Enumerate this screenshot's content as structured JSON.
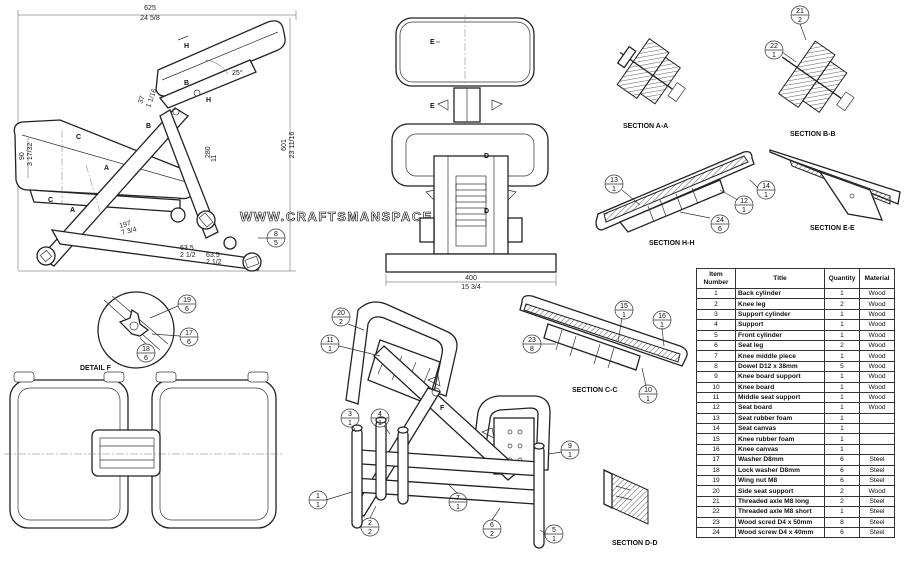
{
  "watermark": "WWW.CRAFTSMANSPACE.COM",
  "dimensions": {
    "overall_width_mm": "625",
    "overall_width_in": "24 5/8",
    "overall_height_mm": "601",
    "overall_height_in": "23 11/16",
    "seat_thick_mm": "37",
    "seat_thick_in": "1 1/16",
    "knee_thick_mm": "90",
    "knee_thick_in": "3 17/32",
    "leg_length_mm": "197",
    "leg_length_in": "7 3/4",
    "front_gap1_mm": "63.5",
    "front_gap1_in": "2 1/2",
    "front_gap2_mm": "63.5",
    "front_gap2_in": "2 1/2",
    "support_mm": "280",
    "support_in": "11",
    "angle": "25°",
    "front_width_mm": "400",
    "front_width_in": "15 3/4"
  },
  "section_marks": {
    "h": "H",
    "b": "B",
    "c": "C",
    "a": "A",
    "e": "E",
    "d": "D",
    "f": "F"
  },
  "section_labels": {
    "a": "SECTION A-A",
    "b": "SECTION B-B",
    "h": "SECTION H-H",
    "e": "SECTION E-E",
    "c": "SECTION C-C",
    "d": "SECTION D-D",
    "detail_f": "DETAIL F"
  },
  "bubbles": {
    "b21": {
      "item": "21",
      "qty": "2"
    },
    "b22": {
      "item": "22",
      "qty": "1"
    },
    "b13": {
      "item": "13",
      "qty": "1"
    },
    "b14": {
      "item": "14",
      "qty": "1"
    },
    "b12": {
      "item": "12",
      "qty": "1"
    },
    "b24": {
      "item": "24",
      "qty": "6"
    },
    "b8": {
      "item": "8",
      "qty": "5"
    },
    "b19": {
      "item": "19",
      "qty": "6"
    },
    "b17": {
      "item": "17",
      "qty": "6"
    },
    "b18": {
      "item": "18",
      "qty": "6"
    },
    "b20": {
      "item": "20",
      "qty": "2"
    },
    "b11": {
      "item": "11",
      "qty": "1"
    },
    "b3": {
      "item": "3",
      "qty": "1"
    },
    "b4": {
      "item": "4",
      "qty": "1"
    },
    "b1": {
      "item": "1",
      "qty": "1"
    },
    "b2": {
      "item": "2",
      "qty": "2"
    },
    "b7": {
      "item": "7",
      "qty": "1"
    },
    "b6": {
      "item": "6",
      "qty": "2"
    },
    "b5": {
      "item": "5",
      "qty": "1"
    },
    "b9": {
      "item": "9",
      "qty": "1"
    },
    "b15": {
      "item": "15",
      "qty": "1"
    },
    "b16": {
      "item": "16",
      "qty": "1"
    },
    "b23": {
      "item": "23",
      "qty": "8"
    },
    "b10": {
      "item": "10",
      "qty": "1"
    }
  },
  "parts_table": {
    "headers": [
      "Item Number",
      "Title",
      "Quantity",
      "Material"
    ],
    "rows": [
      [
        "1",
        "Back cylinder",
        "1",
        "Wood"
      ],
      [
        "2",
        "Knee leg",
        "2",
        "Wood"
      ],
      [
        "3",
        "Support cylinder",
        "1",
        "Wood"
      ],
      [
        "4",
        "Support",
        "1",
        "Wood"
      ],
      [
        "5",
        "Front cylinder",
        "1",
        "Wood"
      ],
      [
        "6",
        "Seat leg",
        "2",
        "Wood"
      ],
      [
        "7",
        "Knee middle piece",
        "1",
        "Wood"
      ],
      [
        "8",
        "Dowel D12 x 38mm",
        "5",
        "Wood"
      ],
      [
        "9",
        "Knee board support",
        "1",
        "Wood"
      ],
      [
        "10",
        "Knee board",
        "1",
        "Wood"
      ],
      [
        "11",
        "Middle seat support",
        "1",
        "Wood"
      ],
      [
        "12",
        "Seat board",
        "1",
        "Wood"
      ],
      [
        "13",
        "Seat rubber foam",
        "1",
        ""
      ],
      [
        "14",
        "Seat canvas",
        "1",
        ""
      ],
      [
        "15",
        "Knee rubber foam",
        "1",
        ""
      ],
      [
        "16",
        "Knee canvas",
        "1",
        ""
      ],
      [
        "17",
        "Washer D8mm",
        "6",
        "Steel"
      ],
      [
        "18",
        "Lock washer D8mm",
        "6",
        "Steel"
      ],
      [
        "19",
        "Wing nut M8",
        "6",
        "Steel"
      ],
      [
        "20",
        "Side seat support",
        "2",
        "Wood"
      ],
      [
        "21",
        "Threaded axle M8 long",
        "2",
        "Steel"
      ],
      [
        "22",
        "Threaded axle M8 short",
        "1",
        "Steel"
      ],
      [
        "23",
        "Wood scred D4 x 50mm",
        "8",
        "Steel"
      ],
      [
        "24",
        "Wood screw D4 x 40mm",
        "6",
        "Steel"
      ]
    ]
  }
}
